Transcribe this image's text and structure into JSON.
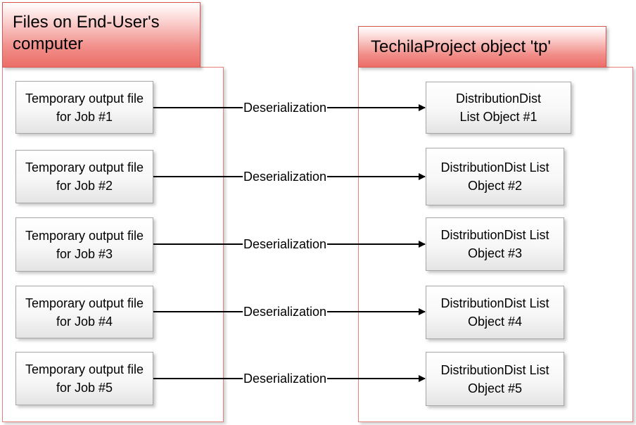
{
  "left_group": {
    "title": "Files on End-User's computer"
  },
  "right_group": {
    "title": "TechilaProject object 'tp'"
  },
  "edge_label": "Deserialization",
  "rows": [
    {
      "source": "Temporary output file for Job #1",
      "target": "DistributionDist List Object #1"
    },
    {
      "source": "Temporary output file for Job #2",
      "target": "DistributionDist List Object #2"
    },
    {
      "source": "Temporary output file for Job #3",
      "target": "DistributionDist List Object #3"
    },
    {
      "source": "Temporary output file for Job #4",
      "target": "DistributionDist List Object #4"
    },
    {
      "source": "Temporary output file for Job #5",
      "target": "DistributionDist List Object #5"
    }
  ]
}
